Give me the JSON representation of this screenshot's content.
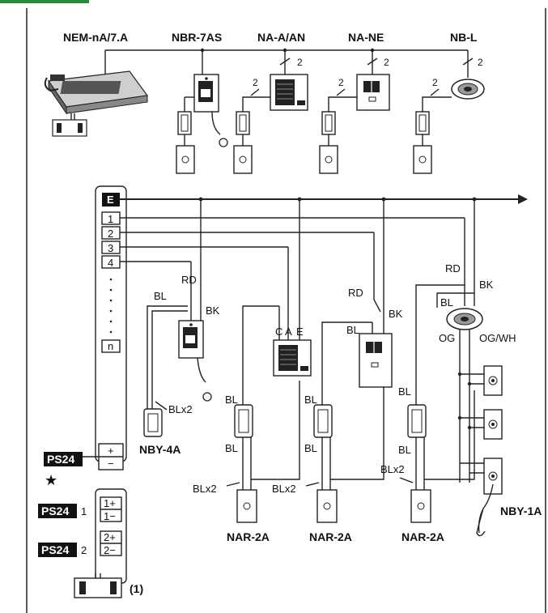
{
  "top_devices": [
    "NEM-nA/7.A",
    "NBR-7AS",
    "NA-A/AN",
    "NA-NE",
    "NB-L"
  ],
  "wire_count": "2",
  "terminals": [
    "E",
    "1",
    "2",
    "3",
    "4",
    "n"
  ],
  "wire_labels": {
    "rd": "RD",
    "bk": "BK",
    "bl": "BL",
    "blx2": "BLx2",
    "c": "C",
    "a": "A",
    "e": "E",
    "og": "OG",
    "ogwh": "OG/WH"
  },
  "bottom_devices": {
    "nby4a": "NBY-4A",
    "nar": "NAR-2A",
    "nby1a": "NBY-1A"
  },
  "power": {
    "ps24": "PS24",
    "plus": "+",
    "minus": "−",
    "p1plus": "1+",
    "p1minus": "1−",
    "p2plus": "2+",
    "p2minus": "2−",
    "n1": "1",
    "n2": "2",
    "star": "★",
    "note": "(1)"
  },
  "colors": {
    "accent": "#2a8a3a",
    "label_bg": "#111111"
  }
}
